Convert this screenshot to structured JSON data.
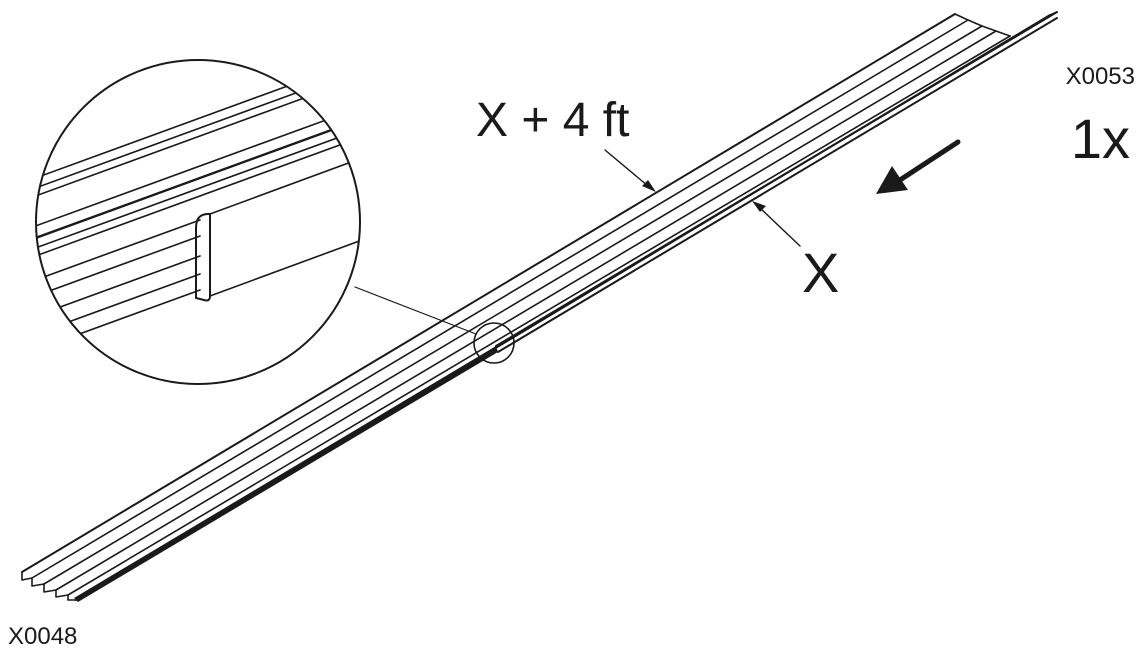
{
  "labels": {
    "top_part_code": "X0053",
    "quantity": "1x",
    "long_rail_dim": "X + 4 ft",
    "short_rail_dim": "X",
    "bottom_part_code": "X0048"
  },
  "colors": {
    "ink": "#1a1a1a",
    "background": "#ffffff"
  },
  "icons": {
    "direction_arrow": "arrow-down-left-icon"
  }
}
